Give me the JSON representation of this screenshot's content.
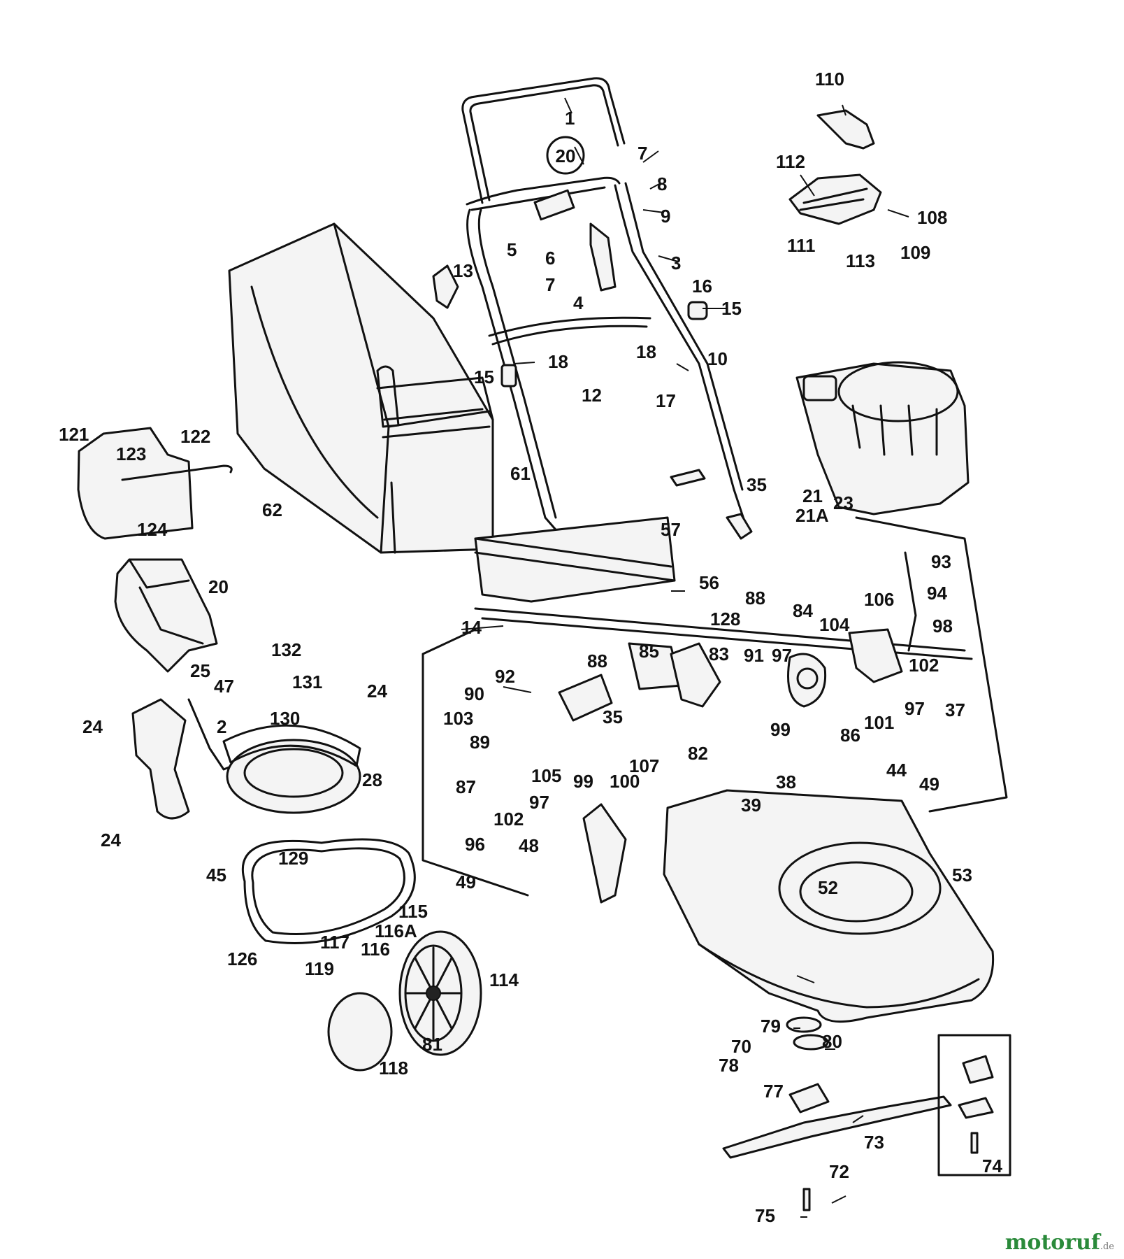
{
  "diagram": {
    "circled_label": "20",
    "labels": {
      "1": "1",
      "2": "2",
      "3": "3",
      "4": "4",
      "5": "5",
      "6": "6",
      "7a": "7",
      "7b": "7",
      "8": "8",
      "9": "9",
      "10": "10",
      "12": "12",
      "13": "13",
      "14": "14",
      "15a": "15",
      "15b": "15",
      "16": "16",
      "17": "17",
      "18a": "18",
      "18b": "18",
      "20": "20",
      "21": "21",
      "21A": "21A",
      "23": "23",
      "24a": "24",
      "24b": "24",
      "24c": "24",
      "25": "25",
      "28": "28",
      "35a": "35",
      "35b": "35",
      "37": "37",
      "38": "38",
      "39": "39",
      "44": "44",
      "45": "45",
      "47": "47",
      "48": "48",
      "49a": "49",
      "49b": "49",
      "52": "52",
      "53": "53",
      "56": "56",
      "57": "57",
      "61": "61",
      "62": "62",
      "70": "70",
      "72": "72",
      "73": "73",
      "74": "74",
      "75": "75",
      "77": "77",
      "78": "78",
      "79": "79",
      "80": "80",
      "81": "81",
      "82": "82",
      "83": "83",
      "84": "84",
      "85": "85",
      "86": "86",
      "87": "87",
      "88a": "88",
      "88b": "88",
      "89": "89",
      "90": "90",
      "91": "91",
      "92": "92",
      "93": "93",
      "94": "94",
      "96": "96",
      "97a": "97",
      "97b": "97",
      "97c": "97",
      "98": "98",
      "99a": "99",
      "99b": "99",
      "100": "100",
      "101": "101",
      "102a": "102",
      "102b": "102",
      "103": "103",
      "104": "104",
      "105": "105",
      "106": "106",
      "107": "107",
      "108": "108",
      "109": "109",
      "110": "110",
      "111": "111",
      "112": "112",
      "113": "113",
      "114": "114",
      "115": "115",
      "116": "116",
      "116A": "116A",
      "117": "117",
      "118": "118",
      "119": "119",
      "121": "121",
      "122": "122",
      "123": "123",
      "124": "124",
      "126": "126",
      "128": "128",
      "129": "129",
      "130": "130",
      "131": "131",
      "132": "132"
    }
  },
  "watermark": {
    "brand": "motoruf",
    "tld": ".de"
  }
}
